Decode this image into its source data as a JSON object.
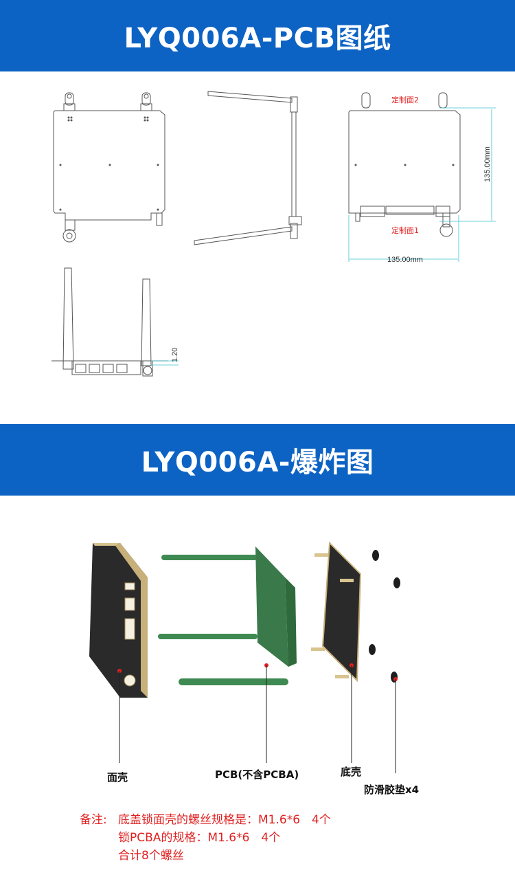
{
  "sections": {
    "pcb_title": "LYQ006A-PCB图纸",
    "explode_title": "LYQ006A-爆炸图"
  },
  "pcb_drawing": {
    "ref_face_2": "定制面2",
    "ref_face_1": "定制面1",
    "height_dim": "135.00mm",
    "width_dim": "135.00mm",
    "thickness_dim": "1.20"
  },
  "parts": {
    "face_shell": "面壳",
    "pcb": "PCB(不含PCBA)",
    "bottom_shell": "底壳",
    "feet": "防滑胶垫x4"
  },
  "note": {
    "prefix": "备注:",
    "line1": "底盖锁面壳的螺丝规格是：M1.6*6　4个",
    "line2": "锁PCBA的规格：M1.6*6　4个",
    "line3": "合计8个螺丝"
  },
  "colors": {
    "banner": "#0d63c4",
    "note": "#e02020",
    "pcb_green": "#3f8a52",
    "shell_gold": "#c8b07a"
  }
}
